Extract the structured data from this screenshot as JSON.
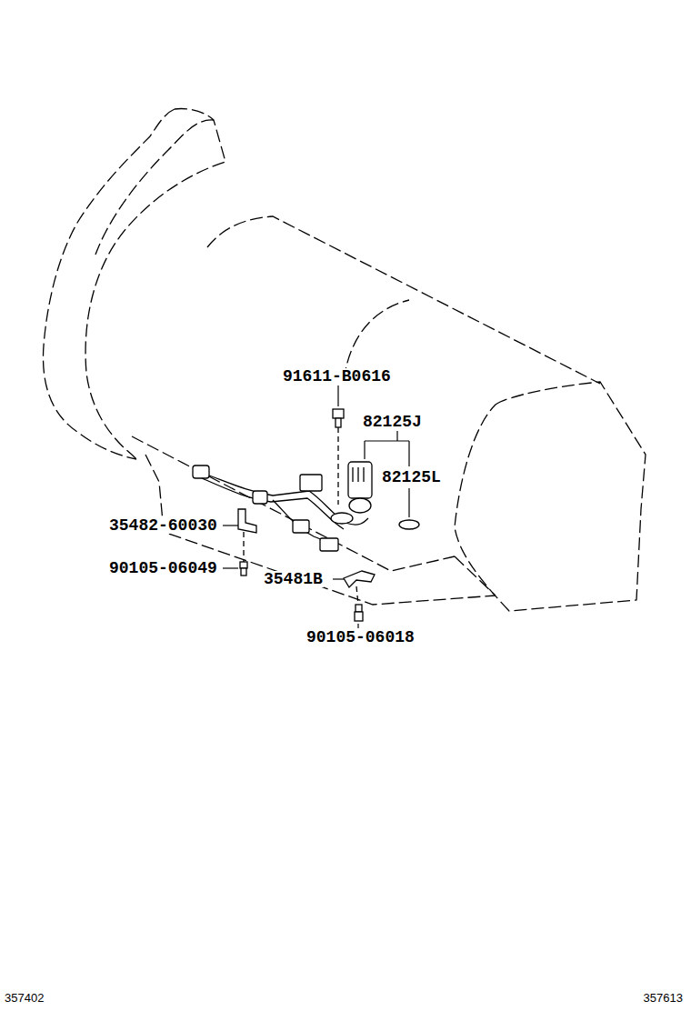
{
  "diagram": {
    "labels": [
      "91611-B0616",
      "82125J",
      "82125L",
      "35482-60030",
      "90105-06049",
      "35481B",
      "90105-06018",
      "357402",
      "357613"
    ]
  }
}
